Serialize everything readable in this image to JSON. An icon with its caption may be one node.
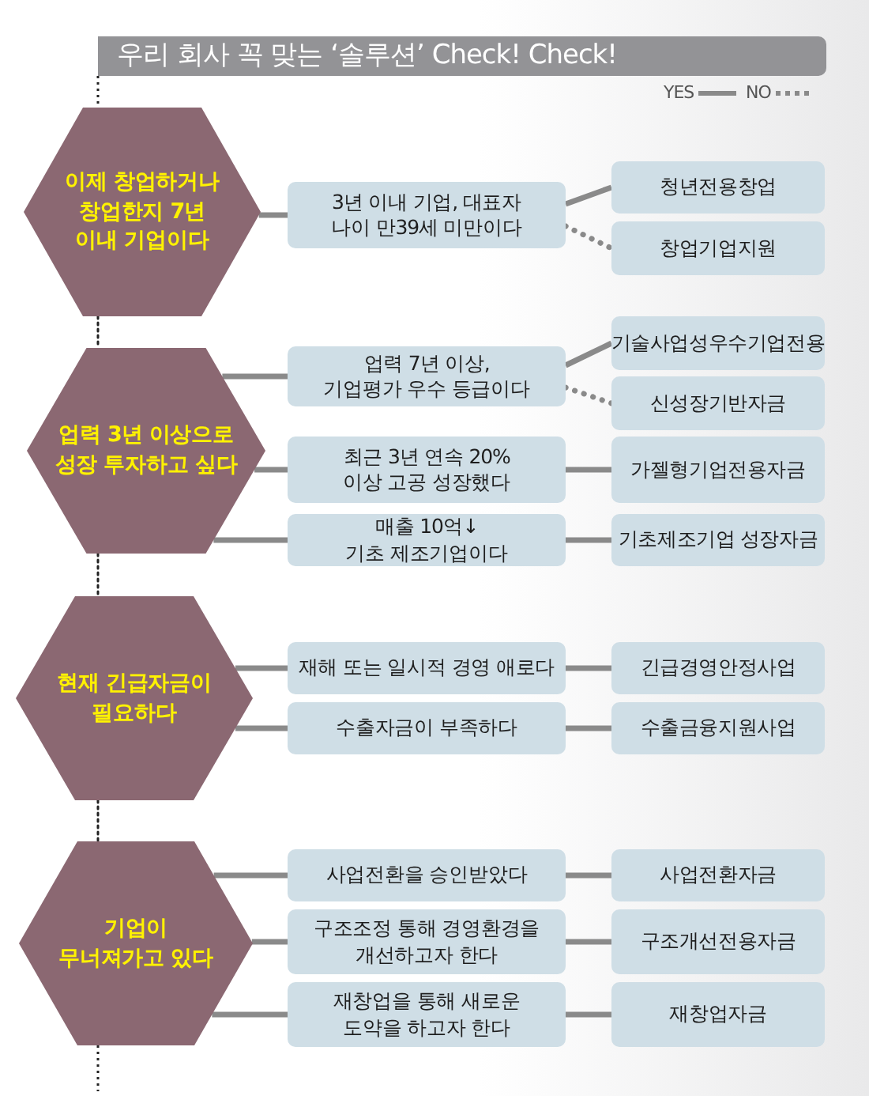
{
  "diagram": {
    "title": "우리 회사 꼭 맞는 ‘솔루션’ Check! Check!",
    "nodes": [
      {
        "text": [
          "이제 창업하거나 창업한지 7년 이내 기업이다"
        ]
      },
      {
        "text": [
          "3년 이내 기업, 대표자 나이 만39세 미만이다"
        ]
      },
      {
        "text": [
          "청년전용창업"
        ]
      },
      {
        "text": [
          "창업기업지원"
        ]
      },
      {
        "text": [
          "업력 3년 이상으로 성장 투자하고 싶다"
        ]
      },
      {
        "text": [
          "업력 7년 이상, 기업평가 우수 등급이다"
        ]
      },
      {
        "text": [
          "기술사업성우수기업전용"
        ]
      },
      {
        "text": [
          "신성장기반자금"
        ]
      },
      {
        "text": [
          "최근 3년 연속 20% 이상 고공 성장했다"
        ]
      },
      {
        "text": [
          "가젤형기업전용자금"
        ]
      },
      {
        "text": [
          "매출 10억↓ 기초 제조기업이다"
        ]
      },
      {
        "text": [
          "기초제조기업 성장자금"
        ]
      },
      {
        "text": [
          "현재 긴급자금이 필요하다"
        ]
      },
      {
        "text": [
          "재해 또는 일시적 경영 애로다"
        ]
      },
      {
        "text": [
          "긴급경영안정사업"
        ]
      },
      {
        "text": [
          "수출자금이 부족하다"
        ]
      },
      {
        "text": [
          "수출금융지원사업"
        ]
      },
      {
        "text": [
          "기업이 무너져가고 있다"
        ]
      },
      {
        "text": [
          "사업전환을 승인받았다"
        ]
      },
      {
        "text": [
          "사업전환자금"
        ]
      },
      {
        "text": [
          "구조조정 통해 경영환경을 개선하고자 한다"
        ]
      },
      {
        "text": [
          "구조개선전용자금"
        ]
      },
      {
        "text": [
          "재창업을 통해 새로운 도약을 하고자 한다"
        ]
      },
      {
        "text": [
          "재창업자금"
        ]
      }
    ],
    "edges": [
      {
        "from": 0,
        "to": 1,
        "arrow": "none"
      },
      {
        "from": 1,
        "to": 2,
        "arrow": "none"
      },
      {
        "from": 1,
        "to": 3,
        "arrow": "none",
        "style": "dashed"
      },
      {
        "from": 0,
        "to": 4,
        "arrow": "none",
        "style": "dashed",
        "color": "#222222"
      },
      {
        "from": 4,
        "to": 5,
        "arrow": "none"
      },
      {
        "from": 5,
        "to": 6,
        "arrow": "none"
      },
      {
        "from": 5,
        "to": 7,
        "arrow": "none",
        "style": "dashed"
      },
      {
        "from": 4,
        "to": 8,
        "arrow": "none"
      },
      {
        "from": 8,
        "to": 9,
        "arrow": "none"
      },
      {
        "from": 4,
        "to": 10,
        "arrow": "none"
      },
      {
        "from": 10,
        "to": 11,
        "arrow": "none"
      },
      {
        "from": 4,
        "to": 12,
        "arrow": "none",
        "style": "dashed",
        "color": "#222222"
      },
      {
        "from": 12,
        "to": 13,
        "arrow": "none"
      },
      {
        "from": 13,
        "to": 14,
        "arrow": "none"
      },
      {
        "from": 12,
        "to": 15,
        "arrow": "none"
      },
      {
        "from": 15,
        "to": 16,
        "arrow": "none"
      },
      {
        "from": 12,
        "to": 17,
        "arrow": "none",
        "style": "dashed",
        "color": "#222222"
      },
      {
        "from": 17,
        "to": 18,
        "arrow": "none"
      },
      {
        "from": 18,
        "to": 19,
        "arrow": "none"
      },
      {
        "from": 17,
        "to": 20,
        "arrow": "none"
      },
      {
        "from": 20,
        "to": 21,
        "arrow": "none"
      },
      {
        "from": 17,
        "to": 22,
        "arrow": "none"
      },
      {
        "from": 22,
        "to": 23,
        "arrow": "none"
      }
    ],
    "legend": [
      {
        "text": "YES"
      },
      {
        "text": "NO"
      }
    ]
  }
}
